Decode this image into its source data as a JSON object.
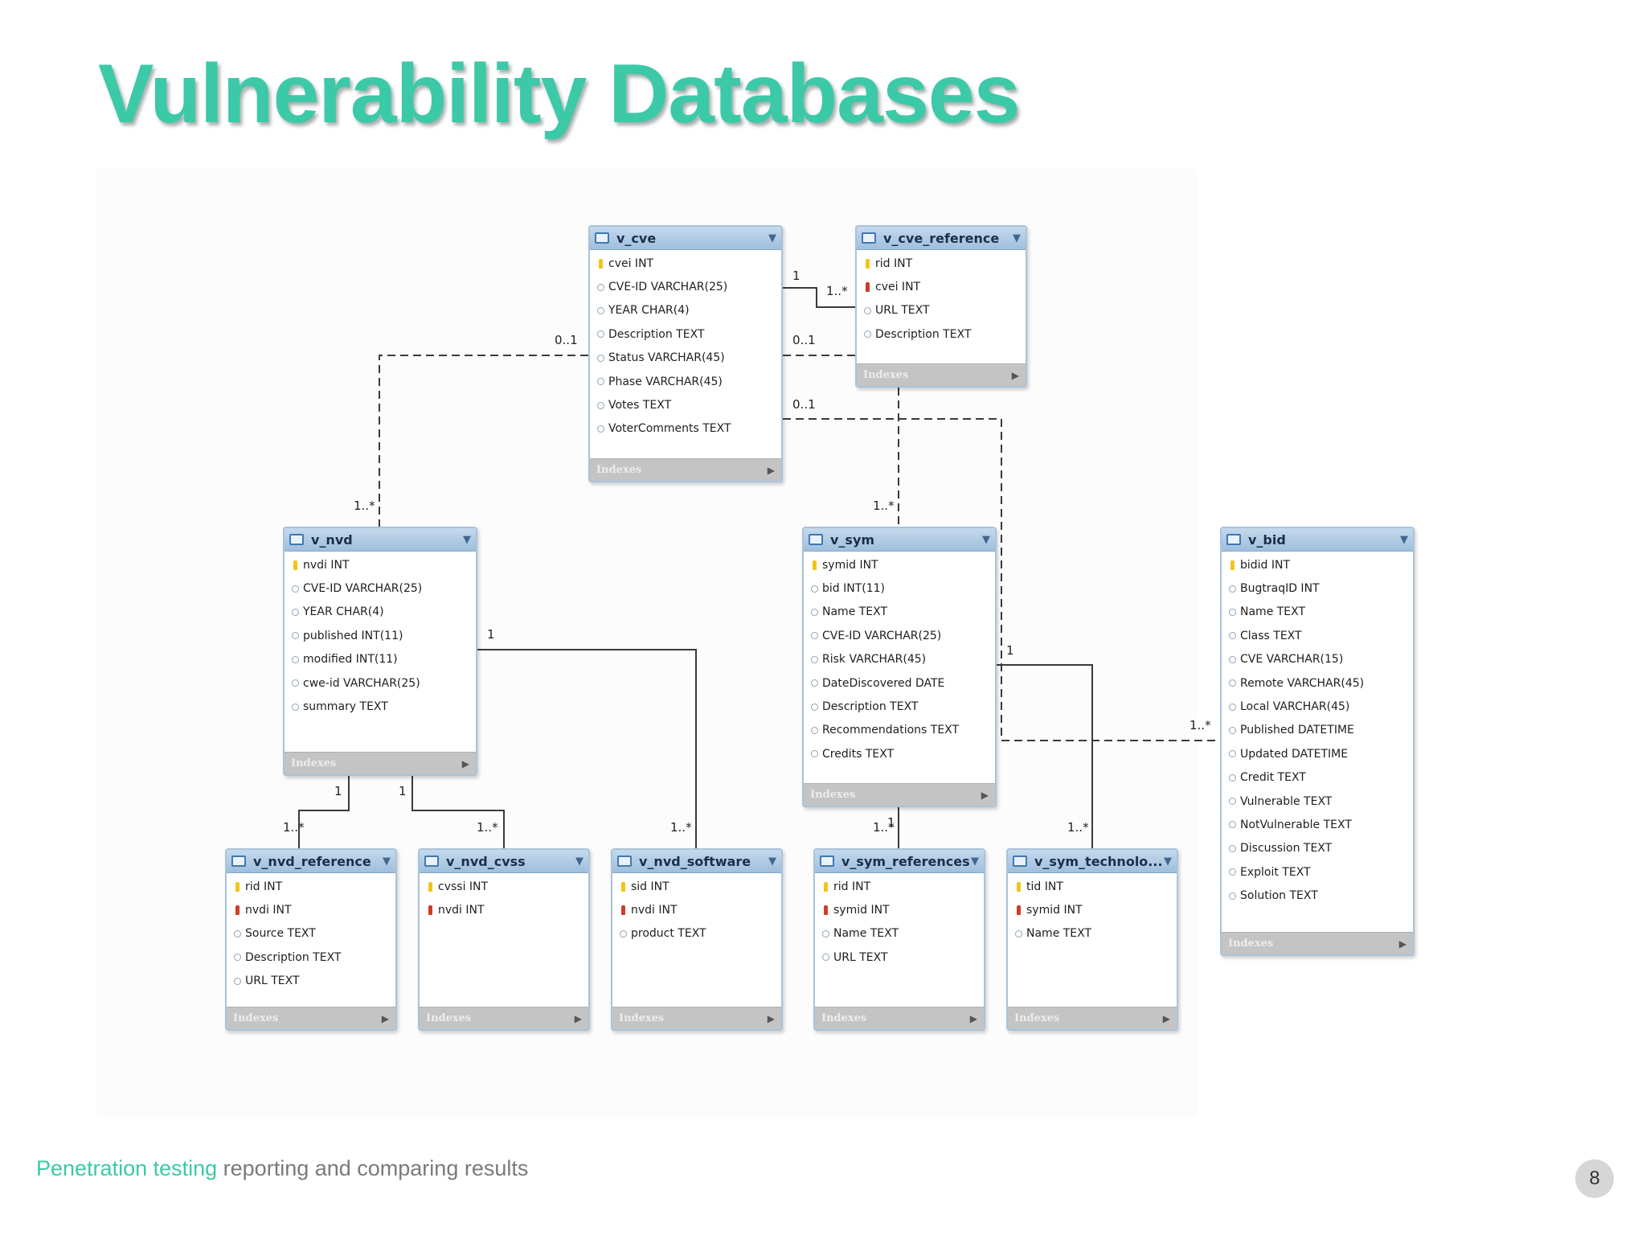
{
  "slide": {
    "title": "Vulnerability Databases",
    "footer_accent": "Penetration testing",
    "footer_rest": " reporting and comparing results",
    "page_number": "8"
  },
  "diagram": {
    "indexes_label": "Indexes",
    "tables": [
      {
        "name": "v_cve",
        "columns": [
          {
            "text": "cvei INT",
            "key": "pk"
          },
          {
            "text": "CVE-ID VARCHAR(25)",
            "key": "none"
          },
          {
            "text": "YEAR CHAR(4)",
            "key": "none"
          },
          {
            "text": "Description TEXT",
            "key": "none"
          },
          {
            "text": "Status VARCHAR(45)",
            "key": "none"
          },
          {
            "text": "Phase VARCHAR(45)",
            "key": "none"
          },
          {
            "text": "Votes TEXT",
            "key": "none"
          },
          {
            "text": "VoterComments TEXT",
            "key": "none"
          }
        ]
      },
      {
        "name": "v_cve_reference",
        "columns": [
          {
            "text": "rid INT",
            "key": "pk"
          },
          {
            "text": "cvei INT",
            "key": "fk"
          },
          {
            "text": "URL TEXT",
            "key": "none"
          },
          {
            "text": "Description TEXT",
            "key": "none"
          }
        ]
      },
      {
        "name": "v_nvd",
        "columns": [
          {
            "text": "nvdi INT",
            "key": "pk"
          },
          {
            "text": "CVE-ID VARCHAR(25)",
            "key": "none"
          },
          {
            "text": "YEAR CHAR(4)",
            "key": "none"
          },
          {
            "text": "published INT(11)",
            "key": "none"
          },
          {
            "text": "modified INT(11)",
            "key": "none"
          },
          {
            "text": "cwe-id VARCHAR(25)",
            "key": "none"
          },
          {
            "text": "summary TEXT",
            "key": "none"
          }
        ]
      },
      {
        "name": "v_sym",
        "columns": [
          {
            "text": "symid INT",
            "key": "pk"
          },
          {
            "text": "bid INT(11)",
            "key": "none"
          },
          {
            "text": "Name TEXT",
            "key": "none"
          },
          {
            "text": "CVE-ID VARCHAR(25)",
            "key": "none"
          },
          {
            "text": "Risk VARCHAR(45)",
            "key": "none"
          },
          {
            "text": "DateDiscovered DATE",
            "key": "none"
          },
          {
            "text": "Description TEXT",
            "key": "none"
          },
          {
            "text": "Recommendations TEXT",
            "key": "none"
          },
          {
            "text": "Credits TEXT",
            "key": "none"
          }
        ]
      },
      {
        "name": "v_bid",
        "columns": [
          {
            "text": "bidid INT",
            "key": "pk"
          },
          {
            "text": "BugtraqID INT",
            "key": "none"
          },
          {
            "text": "Name TEXT",
            "key": "none"
          },
          {
            "text": "Class TEXT",
            "key": "none"
          },
          {
            "text": "CVE VARCHAR(15)",
            "key": "none"
          },
          {
            "text": "Remote VARCHAR(45)",
            "key": "none"
          },
          {
            "text": "Local VARCHAR(45)",
            "key": "none"
          },
          {
            "text": "Published DATETIME",
            "key": "none"
          },
          {
            "text": "Updated DATETIME",
            "key": "none"
          },
          {
            "text": "Credit TEXT",
            "key": "none"
          },
          {
            "text": "Vulnerable TEXT",
            "key": "none"
          },
          {
            "text": "NotVulnerable TEXT",
            "key": "none"
          },
          {
            "text": "Discussion TEXT",
            "key": "none"
          },
          {
            "text": "Exploit TEXT",
            "key": "none"
          },
          {
            "text": "Solution TEXT",
            "key": "none"
          }
        ]
      },
      {
        "name": "v_nvd_reference",
        "columns": [
          {
            "text": "rid INT",
            "key": "pk"
          },
          {
            "text": "nvdi INT",
            "key": "fk"
          },
          {
            "text": "Source TEXT",
            "key": "none"
          },
          {
            "text": "Description TEXT",
            "key": "none"
          },
          {
            "text": "URL TEXT",
            "key": "none"
          }
        ]
      },
      {
        "name": "v_nvd_cvss",
        "columns": [
          {
            "text": "cvssi INT",
            "key": "pk"
          },
          {
            "text": "nvdi INT",
            "key": "fk"
          }
        ]
      },
      {
        "name": "v_nvd_software",
        "columns": [
          {
            "text": "sid INT",
            "key": "pk"
          },
          {
            "text": "nvdi INT",
            "key": "fk"
          },
          {
            "text": "product TEXT",
            "key": "none"
          }
        ]
      },
      {
        "name": "v_sym_references",
        "columns": [
          {
            "text": "rid INT",
            "key": "pk"
          },
          {
            "text": "symid INT",
            "key": "fk"
          },
          {
            "text": "Name TEXT",
            "key": "none"
          },
          {
            "text": "URL TEXT",
            "key": "none"
          }
        ]
      },
      {
        "name": "v_sym_technolo...",
        "columns": [
          {
            "text": "tid INT",
            "key": "pk"
          },
          {
            "text": "symid INT",
            "key": "fk"
          },
          {
            "text": "Name TEXT",
            "key": "none"
          }
        ]
      }
    ],
    "multiplicities": [
      "1",
      "1..*",
      "0..1",
      "0..1",
      "0..1",
      "1..*",
      "1..*",
      "1",
      "1",
      "1",
      "1..*",
      "1..*",
      "1..*",
      "1",
      "1..*",
      "1..*",
      "1",
      "1..*"
    ]
  }
}
